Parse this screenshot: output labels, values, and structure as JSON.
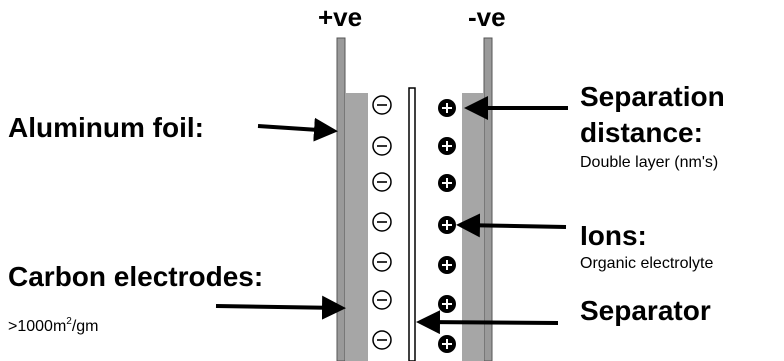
{
  "terminals": {
    "positive": "+ve",
    "negative": "-ve"
  },
  "labels": {
    "aluminum_foil": "Aluminum foil:",
    "carbon_electrodes": "Carbon electrodes:",
    "surface_area_prefix": ">1000m",
    "surface_area_exponent": "2",
    "surface_area_suffix": "/gm",
    "separation_line1": "Separation",
    "separation_line2": "distance:",
    "separation_detail": "Double layer (nm's)",
    "ions_title": "Ions:",
    "ions_detail": "Organic electrolyte",
    "separator": "Separator"
  },
  "symbols": {
    "negative_ion_sign": "−",
    "positive_ion_sign": "+"
  },
  "colors": {
    "foil": "#9a9a9a",
    "carbon": "#a6a6a6",
    "ion_fill": "#000000",
    "arrow": "#000000"
  }
}
